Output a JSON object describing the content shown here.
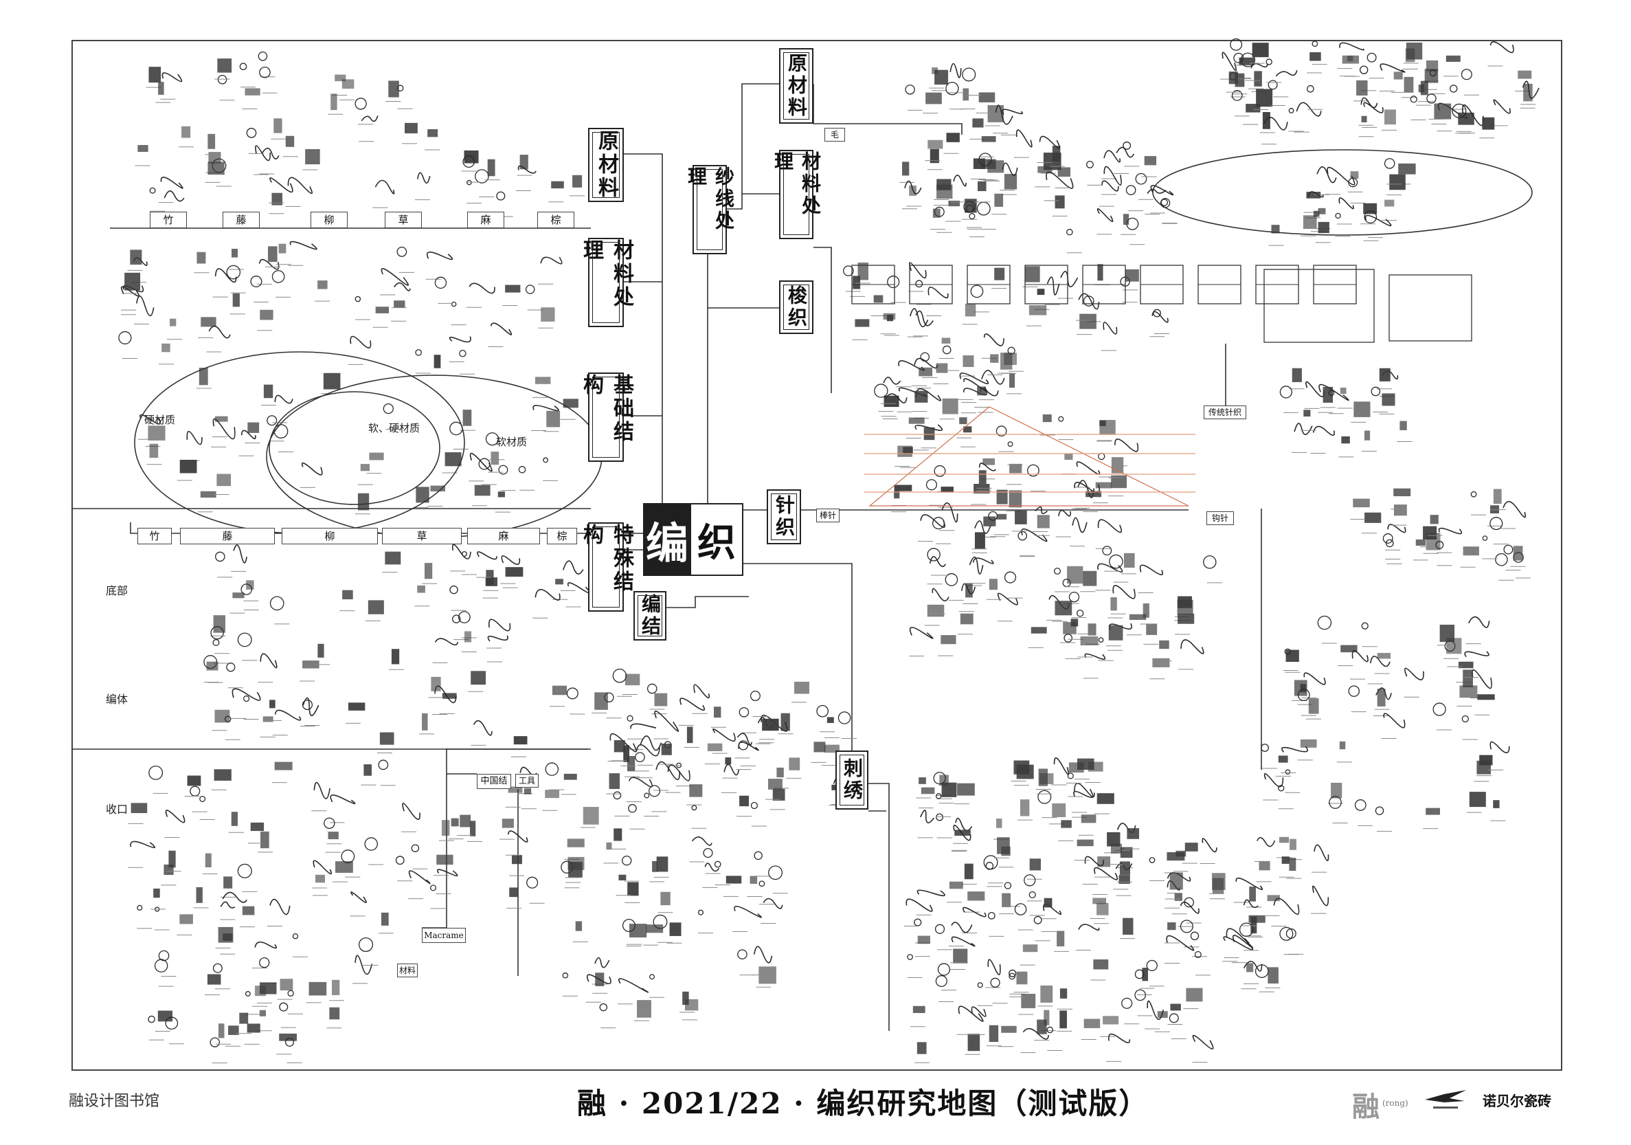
{
  "center": {
    "dark_char": "编",
    "light_char": "织"
  },
  "left_nodes": [
    "原材料",
    "材料处理",
    "基础结构",
    "特殊结构"
  ],
  "bottom_node": "编结",
  "top_nodes": [
    "纱线处理",
    "原材料",
    "材料处理",
    "梭织",
    "针织",
    "刺绣"
  ],
  "top_categories": [
    "竹",
    "藤",
    "柳",
    "草",
    "麻",
    "棕"
  ],
  "mid_categories": [
    "竹",
    "藤",
    "柳",
    "草",
    "麻",
    "棕"
  ],
  "row_labels": [
    "底部",
    "编体",
    "收口"
  ],
  "ellipse_labels": [
    "硬材质",
    "软、硬材质",
    "软材质"
  ],
  "knot_labels": [
    "中国结",
    "Macrame"
  ],
  "small_labels": [
    "工具",
    "材料",
    "传统针织",
    "棒针",
    "钩针",
    "毛"
  ],
  "footer": {
    "left": "融设计图书馆",
    "title": "融 · 2021/22 · 编织研究地图（测试版）",
    "logo_char": "融",
    "logo_sub": "(rong)",
    "brand": "诺贝尔瓷砖"
  }
}
